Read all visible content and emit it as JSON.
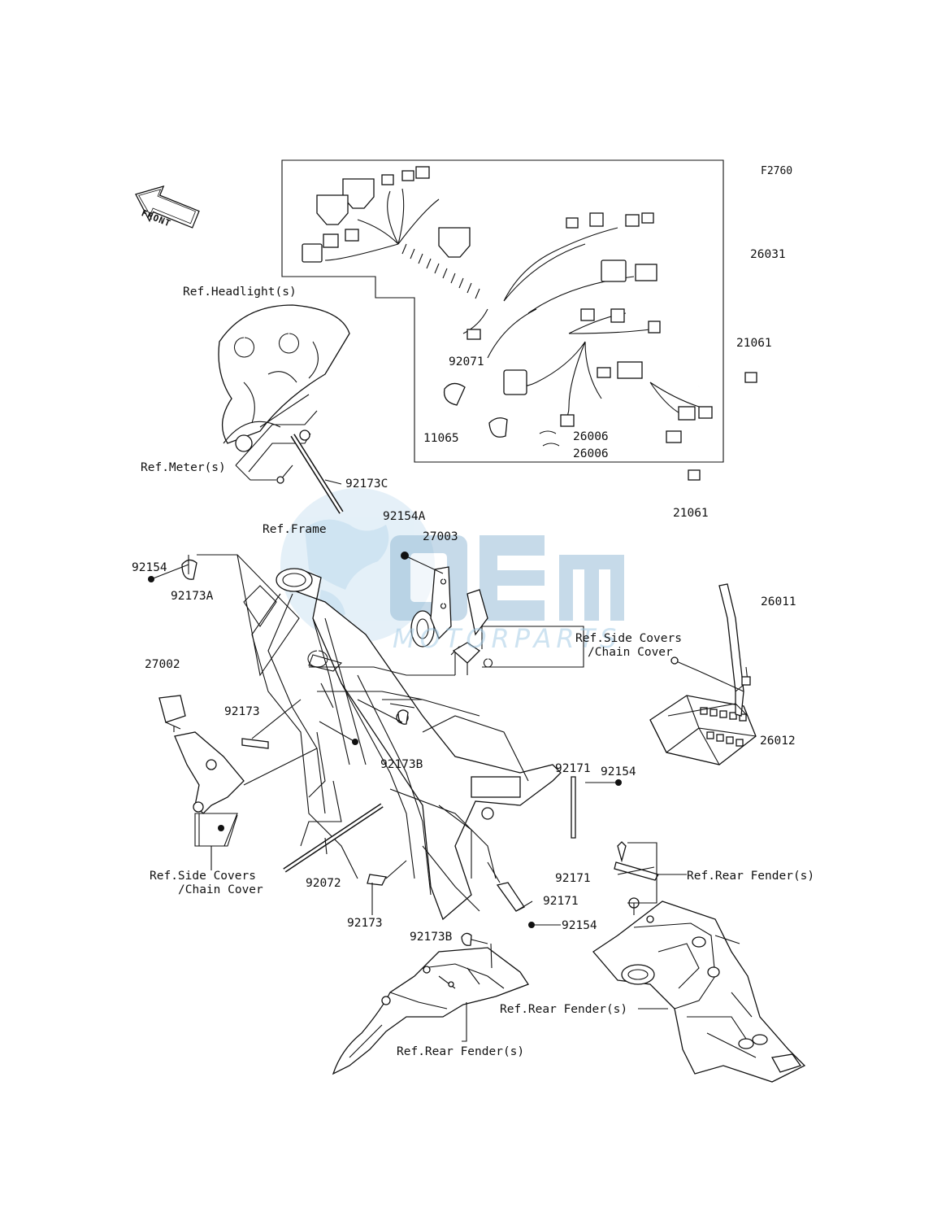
{
  "figure_code": "F2760",
  "front_label": "FRONT",
  "watermark": {
    "brand": "OEM",
    "sub": "MOTORPARTS"
  },
  "labels": {
    "harness_main": "26031",
    "conn_right_top": "21061",
    "conn_bottom": "21061",
    "sensor_92071": "92071",
    "cap_11065": "11065",
    "clip_26006_a": "26006",
    "clip_26006_b": "26006",
    "ref_headlight": "Ref.Headlight(s)",
    "ref_meter": "Ref.Meter(s)",
    "band_92173c": "92173C",
    "ref_frame": "Ref.Frame",
    "bolt_92154a": "92154A",
    "horn_27003": "27003",
    "bolt_92154_left": "92154",
    "clamp_92173a": "92173A",
    "ref_side_covers_right_1": "Ref.Side Covers",
    "ref_side_covers_right_2": "/Chain Cover",
    "lead_26011": "26011",
    "relay_27002": "27002",
    "band_92173_mid": "92173",
    "clamp_92173b_mid": "92173B",
    "battery_26012": "26012",
    "strap_92171_a": "92171",
    "bolt_92154_right": "92154",
    "strap_92171_b": "92171",
    "ref_rear_fender_right": "Ref.Rear Fender(s)",
    "ref_side_covers_left_1": "Ref.Side Covers",
    "ref_side_covers_left_2": "/Chain Cover",
    "band_92072": "92072",
    "band_92173_low": "92173",
    "strap_92171_c": "92171",
    "bolt_92154_low": "92154",
    "clamp_92173b_low": "92173B",
    "ref_rear_fender_center": "Ref.Rear Fender(s)",
    "ref_rear_fender_bottom": "Ref.Rear Fender(s)"
  }
}
